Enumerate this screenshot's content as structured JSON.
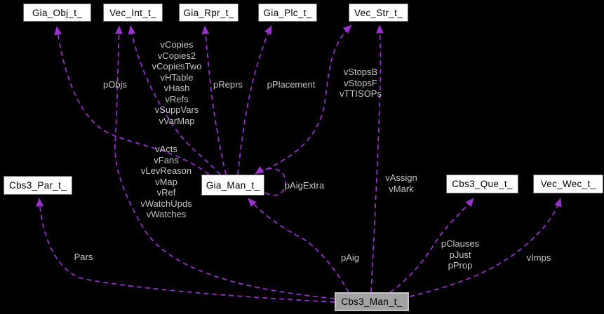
{
  "colors": {
    "background": "#000000",
    "edge": "#9a32cd",
    "edge_label": "#c5c5c5",
    "node_fill": "#ffffff",
    "node_border": "#666666",
    "node_text": "#000000",
    "highlight_fill": "#a2a2a2",
    "highlight_border": "#c4c4c4"
  },
  "nodes": {
    "gia_obj": {
      "label": "Gia_Obj_t_"
    },
    "vec_int": {
      "label": "Vec_Int_t_"
    },
    "gia_rpr": {
      "label": "Gia_Rpr_t_"
    },
    "gia_plc": {
      "label": "Gia_Plc_t_"
    },
    "vec_str": {
      "label": "Vec_Str_t_"
    },
    "cbs3_par": {
      "label": "Cbs3_Par_t_"
    },
    "gia_man": {
      "label": "Gia_Man_t_"
    },
    "cbs3_que": {
      "label": "Cbs3_Que_t_"
    },
    "vec_wec": {
      "label": "Vec_Wec_t_"
    },
    "cbs3_man": {
      "label": "Cbs3_Man_t_"
    }
  },
  "edge_labels": {
    "pObjs": "pObjs",
    "vCopies": "vCopies\nvCopies2\nvCopiesTwo\nvHTable\nvHash\nvRefs\nvSuppVars\nvVarMap",
    "pReprs": "pReprs",
    "pPlacement": "pPlacement",
    "vStops": "vStopsB\nvStopsF\nvTTISOPs",
    "vActs": "vActs\nvFans\nvLevReason\nvMap\nvRef\nvWatchUpds\nvWatches",
    "pAigExtra": "pAigExtra",
    "vAssign": "vAssign\nvMark",
    "Pars": "Pars",
    "pAig": "pAig",
    "pClauses": "pClauses\npJust\npProp",
    "vImps": "vImps"
  }
}
